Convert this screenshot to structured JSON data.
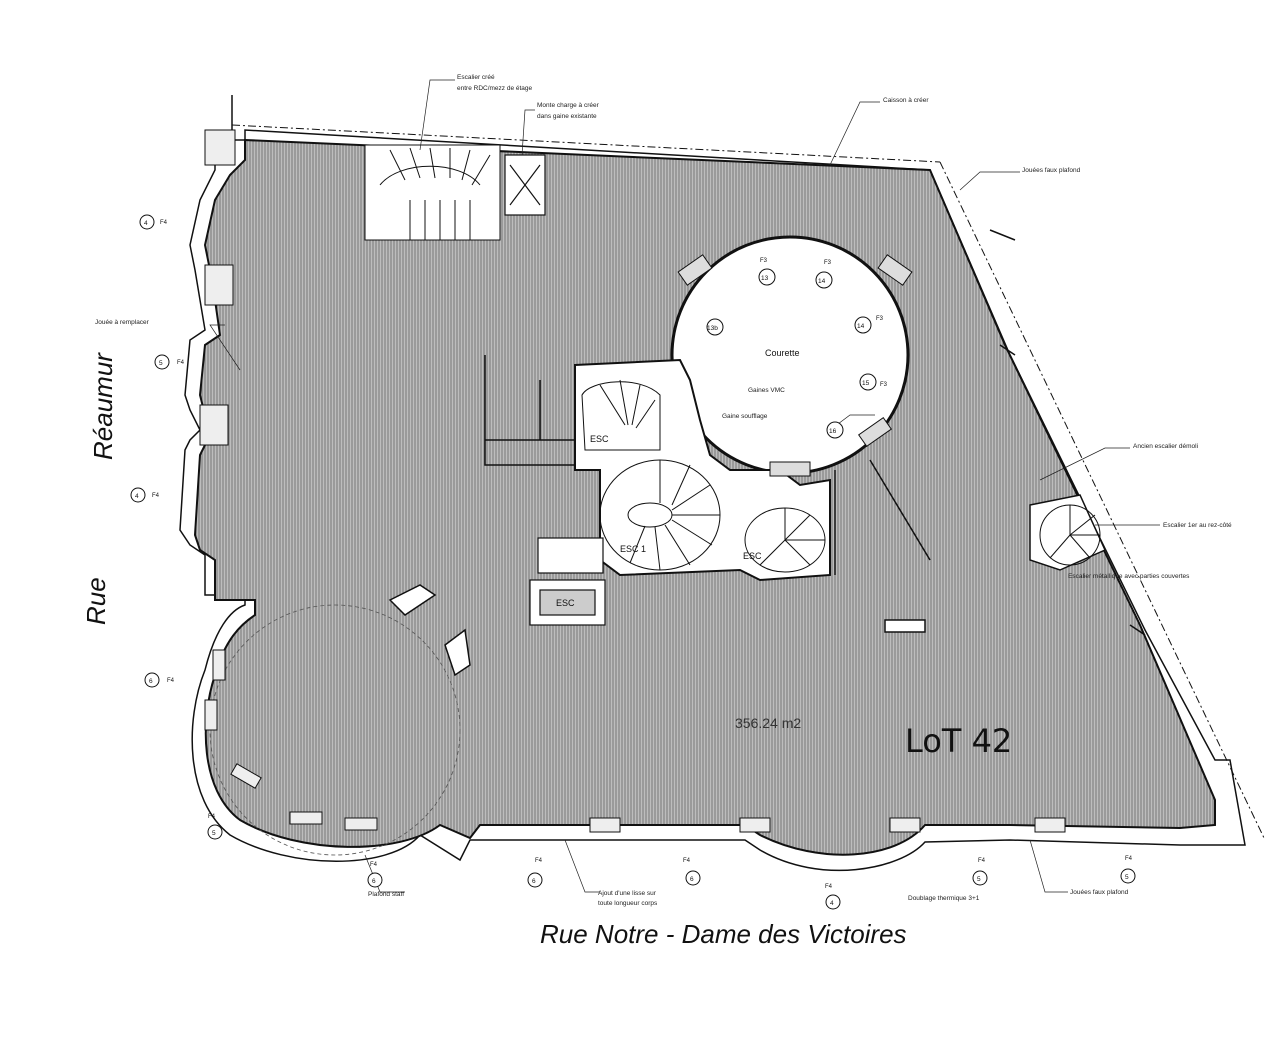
{
  "streets": {
    "reaumur_1": "Réaumur",
    "reaumur_2": "Rue",
    "notre_dame": "Rue Notre - Dame des Victoires"
  },
  "spaces": {
    "courette": "Courette",
    "esc1": "ESC 1",
    "esc2": "ESC",
    "esc3": "ESC",
    "esc_small": "ESC",
    "area": "356.24 m2",
    "lot": "LoT 42"
  },
  "annotations": {
    "escalier_cree": "Escalier créé",
    "escalier_cree_2": "entre RDC/mezz de étage",
    "monte_charge": "Monte charge à créer",
    "monte_charge_2": "dans gaine existante",
    "caisson": "Caisson à créer",
    "jouees_faux_plafond": "Jouées faux plafond",
    "joues_remplacem": "Jouée à remplacer",
    "gaines_vmc": "Gaines VMC",
    "gaine_soufflage": "Gaine soufflage",
    "ancien_escalier": "Ancien escalier démoli",
    "escalier_cote": "Escalier 1er au rez-côté",
    "escalier_metallique": "Escalier métallique avec parties couvertes",
    "plafond_staff": "Plafond staff",
    "ajout_lisse": "Ajout d'une lisse sur",
    "ajout_lisse_2": "toute longueur corps",
    "doublage": "Doublage thermique 3+1",
    "jouees_faux_plafond_2": "Jouées faux plafond"
  },
  "window_marks": [
    {
      "num": "4",
      "code": "F4"
    },
    {
      "num": "5",
      "code": "F4"
    },
    {
      "num": "4",
      "code": "F4"
    },
    {
      "num": "6",
      "code": "F4"
    },
    {
      "num": "5",
      "code": "F4"
    },
    {
      "num": "6",
      "code": "F4"
    },
    {
      "num": "6",
      "code": "F4"
    },
    {
      "num": "6",
      "code": "F4"
    },
    {
      "num": "4",
      "code": "F4"
    },
    {
      "num": "5",
      "code": "F4"
    },
    {
      "num": "5",
      "code": "F4"
    }
  ],
  "courette_marks": [
    {
      "num": "13",
      "code": "F3"
    },
    {
      "num": "14",
      "code": "F3"
    },
    {
      "num": "14",
      "code": "F3"
    },
    {
      "num": "15",
      "code": "F3"
    },
    {
      "num": "16",
      "code": ""
    },
    {
      "num": "13b",
      "code": ""
    }
  ],
  "colors": {
    "hatch": "#8a8a8a",
    "hatch_bg": "#bdbdbd",
    "line": "#111111"
  }
}
